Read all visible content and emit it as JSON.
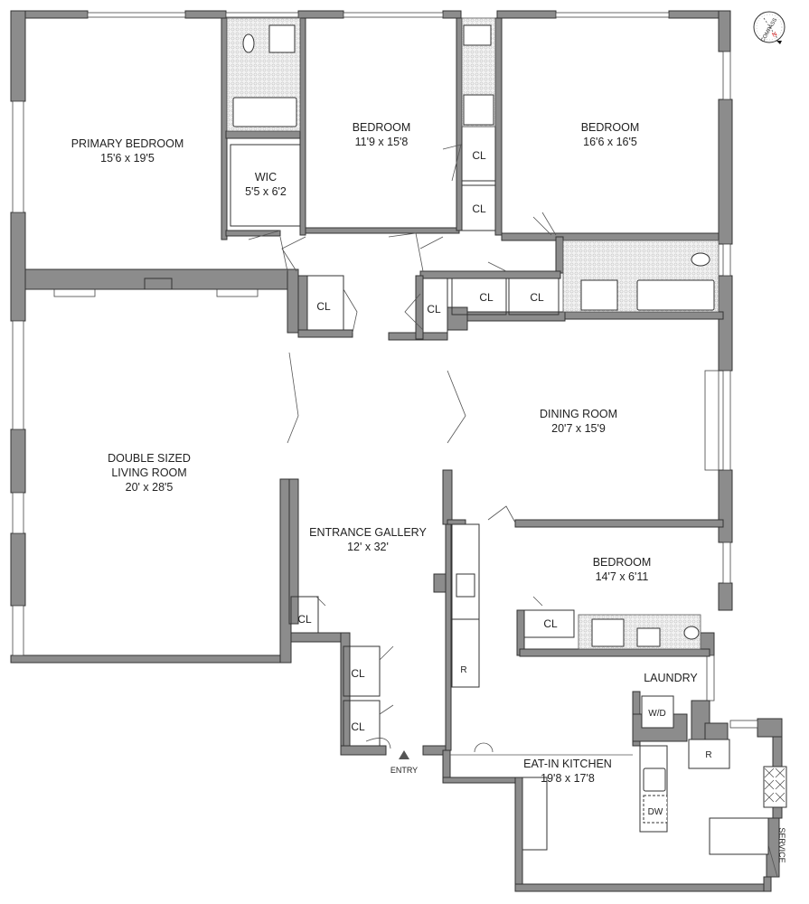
{
  "rooms": {
    "primary_bedroom": {
      "name": "PRIMARY BEDROOM",
      "dims": "15'6 x 19'5"
    },
    "wic": {
      "name": "WIC",
      "dims": "5'5 x 6'2"
    },
    "bedroom_2": {
      "name": "BEDROOM",
      "dims": "11'9 x 15'8"
    },
    "bedroom_3": {
      "name": "BEDROOM",
      "dims": "16'6 x 16'5"
    },
    "living_room": {
      "name1": "DOUBLE SIZED",
      "name2": "LIVING ROOM",
      "dims": "20' x 28'5"
    },
    "dining_room": {
      "name": "DINING ROOM",
      "dims": "20'7 x 15'9"
    },
    "entrance_gallery": {
      "name": "ENTRANCE GALLERY",
      "dims": "12' x 32'"
    },
    "bedroom_4": {
      "name": "BEDROOM",
      "dims": "14'7 x 6'11"
    },
    "kitchen": {
      "name": "EAT-IN KITCHEN",
      "dims": "19'8 x 17'8"
    },
    "laundry": {
      "name": "LAUNDRY"
    }
  },
  "labels": {
    "closet": "CL",
    "refrigerator": "R",
    "washer_dryer": "W/D",
    "dishwasher": "DW",
    "entry": "ENTRY",
    "service": "SERVICE",
    "compass": "COMPASS",
    "north": "N"
  },
  "colors": {
    "wall": "#8c8c8c",
    "north": "#d22"
  }
}
